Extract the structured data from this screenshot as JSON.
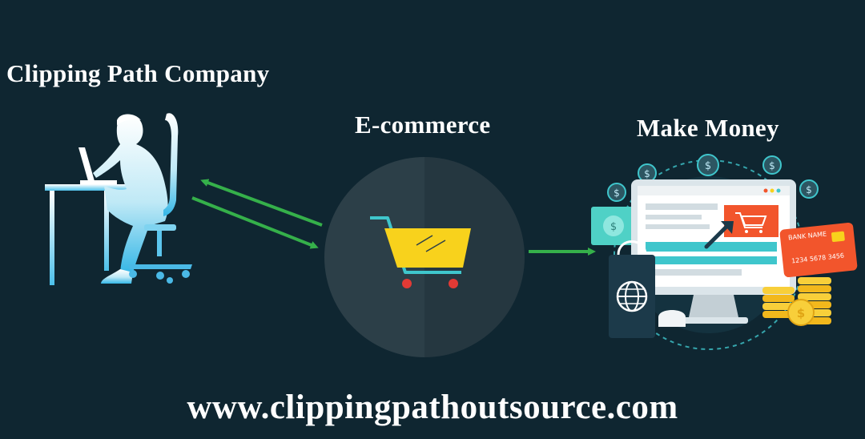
{
  "nodes": {
    "company": {
      "label": "Clipping Path Company"
    },
    "ecommerce": {
      "label": "E-commerce"
    },
    "money": {
      "label": "Make Money"
    }
  },
  "footer": {
    "url": "www.clippingpathoutsource.com"
  },
  "card": {
    "bank_name": "BANK NAME",
    "number": "1234 5678 3456"
  },
  "icons": [
    "worker-icon",
    "shopping-cart-icon",
    "dollar-coin-icon",
    "monitor-icon",
    "credit-card-icon",
    "globe-icon",
    "cursor-icon"
  ],
  "colors": {
    "background": "#0f2631",
    "arrow": "#35b04a",
    "cart_yellow": "#f8d21c",
    "accent_orange": "#f2552c",
    "accent_teal": "#3fc6cc"
  }
}
